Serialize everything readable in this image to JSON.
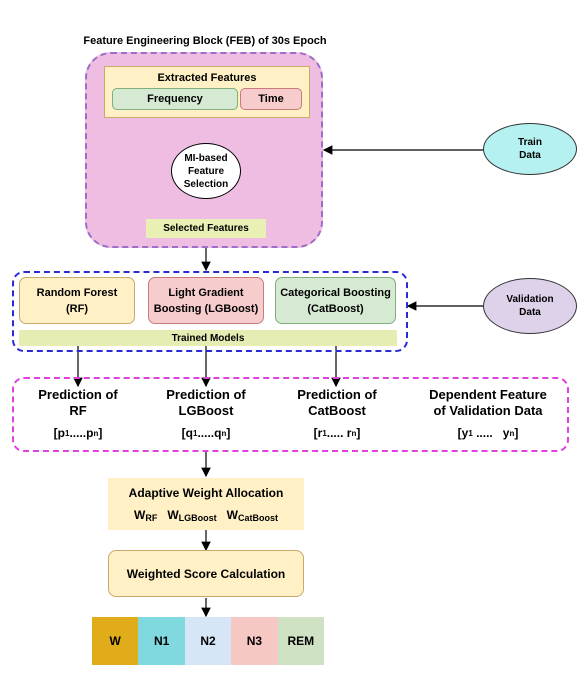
{
  "feb": {
    "title": "Feature Engineering Block (FEB) of 30s Epoch",
    "extracted_title": "Extracted Features",
    "frequency": "Frequency",
    "time": "Time",
    "mi_line1": "MI-based",
    "mi_line2": "Feature",
    "mi_line3": "Selection",
    "selected": "Selected Features"
  },
  "train": {
    "line1": "Train",
    "line2": "Data"
  },
  "validation": {
    "line1": "Validation",
    "line2": "Data"
  },
  "models": {
    "rf_line1": "Random Forest",
    "rf_line2": "(RF)",
    "lgb_line1": "Light Gradient",
    "lgb_line2": "Boosting (LGBoost)",
    "cat_line1": "Categorical Boosting",
    "cat_line2": "(CatBoost)",
    "trained": "Trained Models"
  },
  "predictions": {
    "rf_line1": "Prediction of",
    "rf_line2": "RF",
    "rf_vec_open": "[p",
    "rf_vec_sub1": "1",
    "rf_vec_mid": ".....p",
    "rf_vec_sub2": "n",
    "rf_vec_close": "]",
    "lgb_line1": "Prediction of",
    "lgb_line2": "LGBoost",
    "lgb_vec_open": "[q",
    "lgb_vec_sub1": "1",
    "lgb_vec_mid": ".....q",
    "lgb_vec_sub2": "n",
    "lgb_vec_close": "]",
    "cat_line1": "Prediction of",
    "cat_line2": "CatBoost",
    "cat_vec_open": "[r",
    "cat_vec_sub1": "1",
    "cat_vec_mid": " ..... r",
    "cat_vec_sub2": "n",
    "cat_vec_close": "]",
    "dep_line1": "Dependent Feature",
    "dep_line2": "of Validation Data",
    "dep_vec_open": "[y",
    "dep_vec_sub1": "1",
    "dep_vec_mid": " .....   y",
    "dep_vec_sub2": "n",
    "dep_vec_close": "]"
  },
  "adaptive": {
    "title": "Adaptive Weight Allocation",
    "w1": "W",
    "w1_sub": "RF",
    "w2": "W",
    "w2_sub": "LGBoost",
    "w3": "W",
    "w3_sub": "CatBoost"
  },
  "weighted": {
    "title": "Weighted Score Calculation"
  },
  "stages": [
    {
      "label": "W",
      "color": "#e0ac1a"
    },
    {
      "label": "N1",
      "color": "#7fd9df"
    },
    {
      "label": "N2",
      "color": "#d6e6f7"
    },
    {
      "label": "N3",
      "color": "#f7c7c3"
    },
    {
      "label": "REM",
      "color": "#cfe3c4"
    }
  ],
  "colors": {
    "feb_fill": "#f0bde2",
    "feb_border": "#9b6fc7",
    "extracted_fill": "#fff1c5",
    "frequency_fill": "#d6ead3",
    "time_fill": "#f6cccc",
    "selected_fill": "#eaf0b4",
    "train_fill": "#b6f1f1",
    "validation_fill": "#ddd2ea",
    "rf_fill": "#fff1c5",
    "lgb_fill": "#f7cccc",
    "cat_fill": "#d6ead3",
    "trained_fill": "#e7ecb3",
    "blue_dash": "#2b2bd6",
    "magenta_dash": "#e040e0",
    "adaptive_fill": "#fff1c5"
  }
}
